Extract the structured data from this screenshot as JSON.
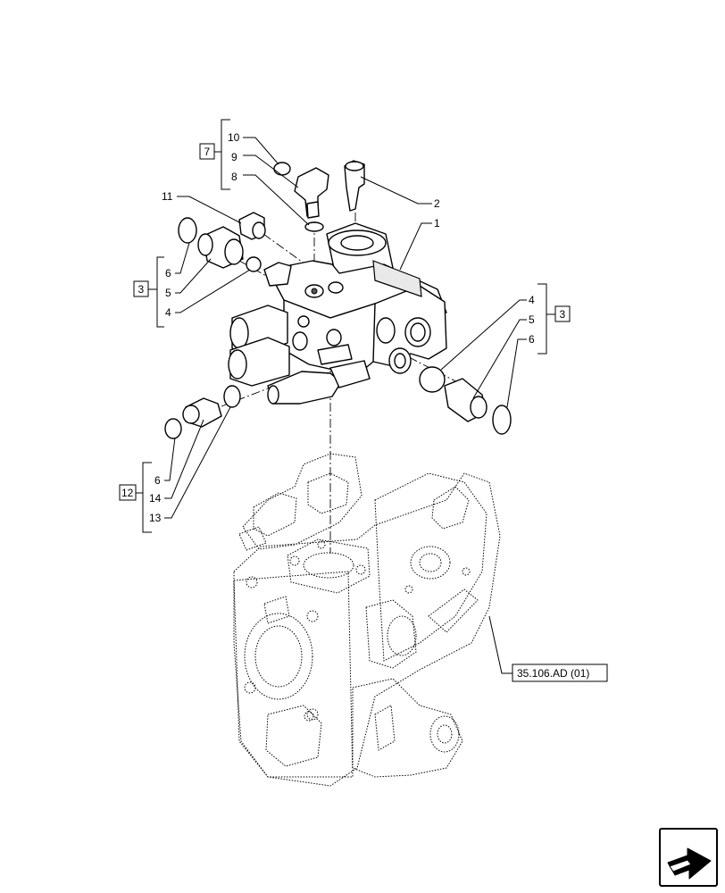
{
  "callouts": {
    "c10": "10",
    "c9": "9",
    "c8": "8",
    "c7": "7",
    "c2": "2",
    "c1": "1",
    "c11": "11",
    "c6a": "6",
    "c5a": "5",
    "c4a": "4",
    "c3a": "3",
    "c4b": "4",
    "c5b": "5",
    "c6b": "6",
    "c3b": "3",
    "c6c": "6",
    "c14": "14",
    "c13": "13",
    "c12": "12"
  },
  "reference": "35.106.AD (01)",
  "icons": {
    "navigation": "next-page-arrow-icon"
  }
}
